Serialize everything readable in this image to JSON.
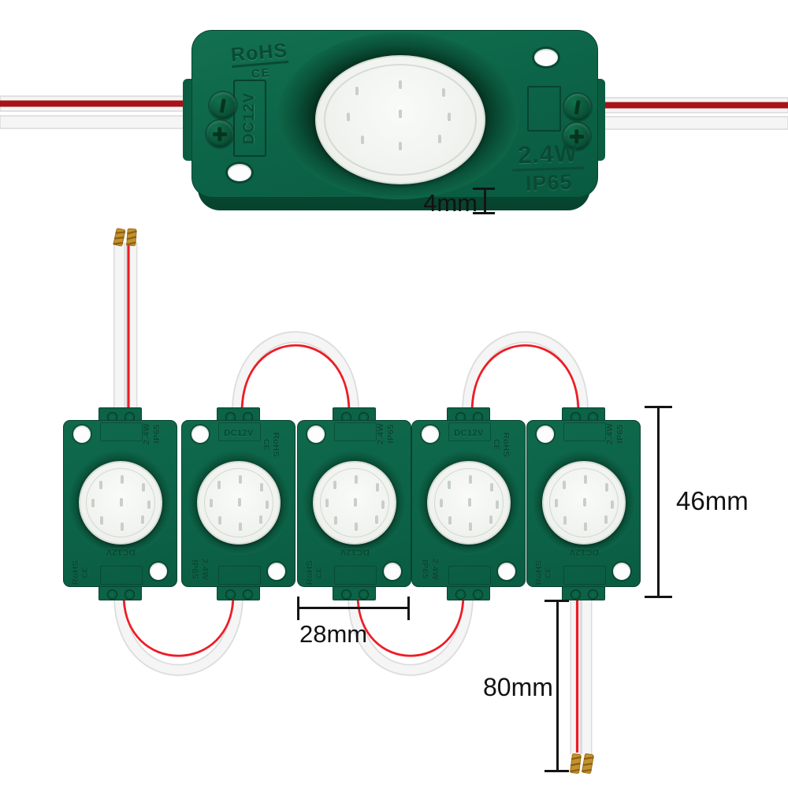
{
  "top_view": {
    "rohs": "RoHS",
    "ce": "CE",
    "voltage": "DC12V",
    "power": "2.4W",
    "ip_rating": "IP65",
    "thickness_dim": "4mm"
  },
  "chain_view": {
    "module_count": 5,
    "orientations": [
      "a",
      "b",
      "a",
      "b",
      "a"
    ],
    "module_labels": {
      "power": "2.4W",
      "ip_rating": "IP65",
      "voltage": "DC12V",
      "rohs": "RoHS",
      "ce": "CE"
    },
    "dims": {
      "module_height": "46mm",
      "module_width": "28mm",
      "wire_length": "80mm"
    }
  },
  "colors": {
    "module_green": "#0C6347",
    "ring_dark": "#05331F",
    "lens_white": "#F1F3F0",
    "wire_white": "#F5F5F5",
    "wire_outline": "#DCDCDC",
    "wire_red": "#EE1C25",
    "stripe_dark_red": "#A61318",
    "tip_gold": "#C3912F",
    "dimension_black": "#141414"
  }
}
